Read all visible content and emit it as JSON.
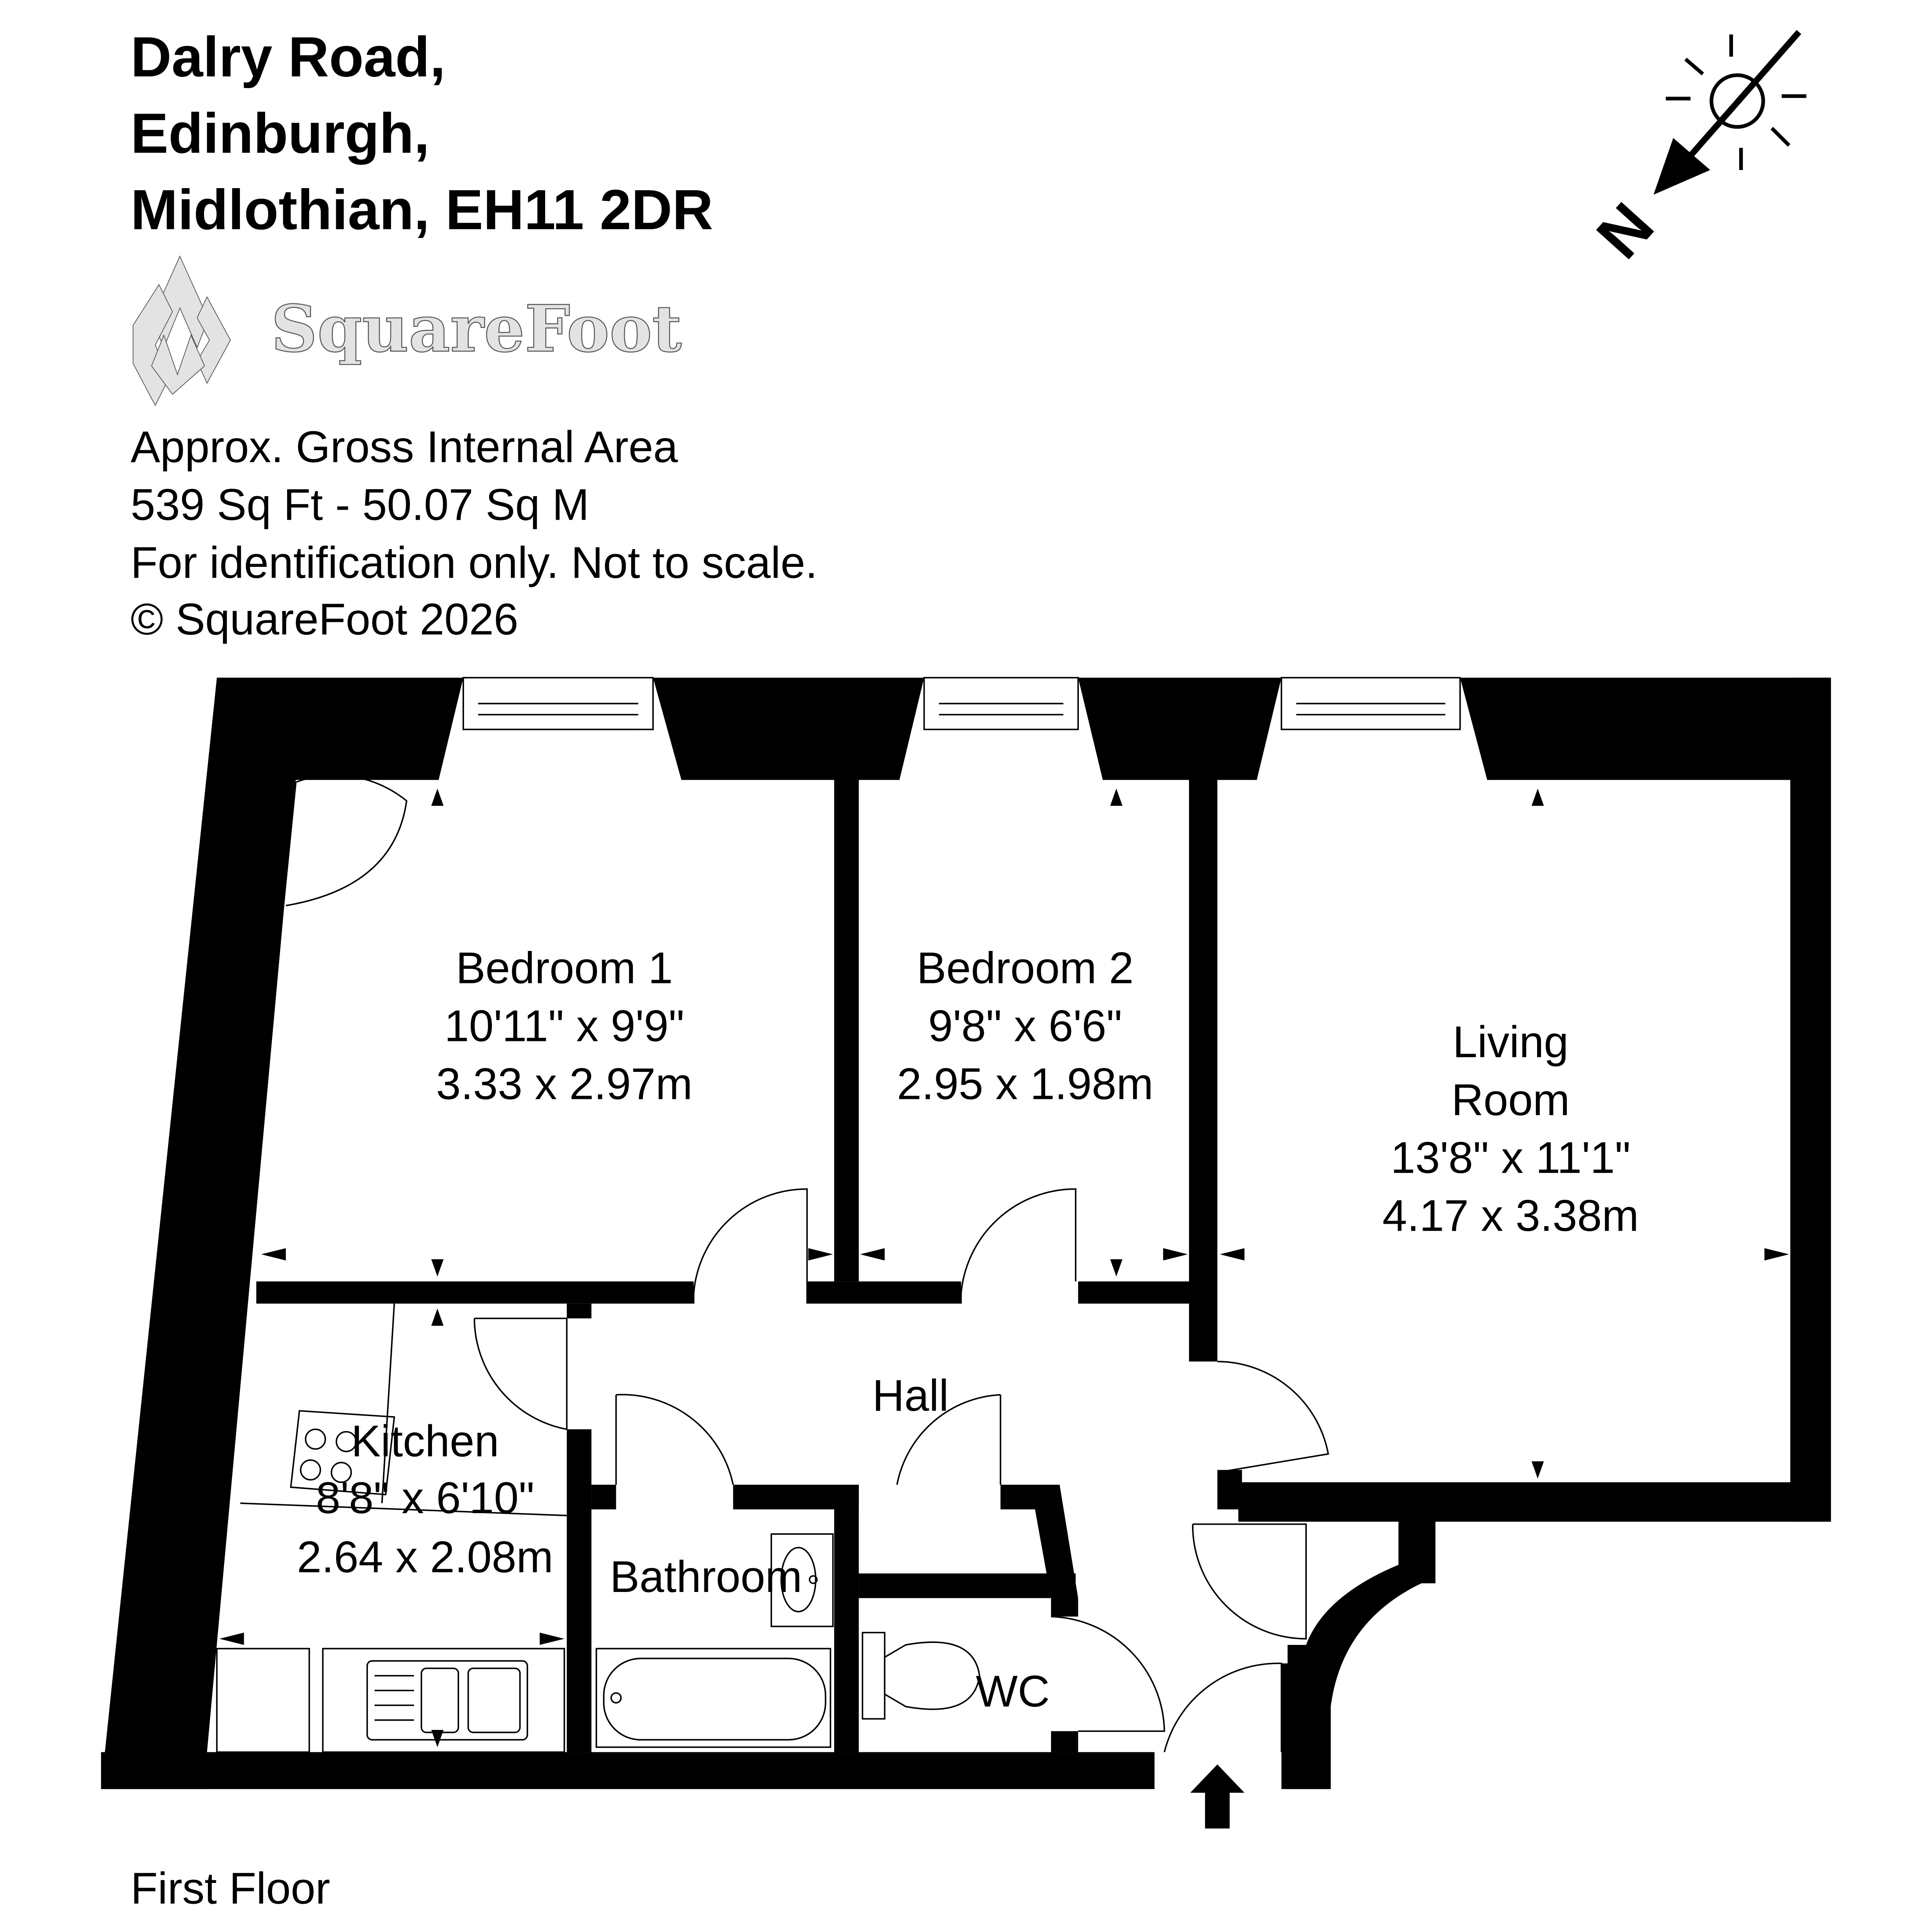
{
  "address": {
    "line1": "Dalry Road,",
    "line2": "Edinburgh,",
    "line3": "Midlothian, EH11 2DR"
  },
  "logo": {
    "text": "SquareFoot"
  },
  "compass": {
    "label": "N"
  },
  "area_info": {
    "line1": "Approx. Gross Internal Area",
    "line2": "539 Sq Ft  -  50.07 Sq M",
    "line3": "For identification only. Not to scale.",
    "line4": "© SquareFoot 2026"
  },
  "rooms": {
    "bedroom1": {
      "name": "Bedroom 1",
      "imperial": "10'11\" x 9'9\"",
      "metric": "3.33 x 2.97m"
    },
    "bedroom2": {
      "name": "Bedroom 2",
      "imperial": "9'8\" x 6'6\"",
      "metric": "2.95 x 1.98m"
    },
    "living": {
      "name1": "Living",
      "name2": "Room",
      "imperial": "13'8\" x 11'1\"",
      "metric": "4.17 x 3.38m"
    },
    "kitchen": {
      "name": "Kitchen",
      "imperial": "8'8\" x 6'10\"",
      "metric": "2.64 x 2.08m"
    },
    "hall": {
      "name": "Hall"
    },
    "bathroom": {
      "name": "Bathroom"
    },
    "wc": {
      "name": "WC"
    }
  },
  "floor_label": "First Floor"
}
